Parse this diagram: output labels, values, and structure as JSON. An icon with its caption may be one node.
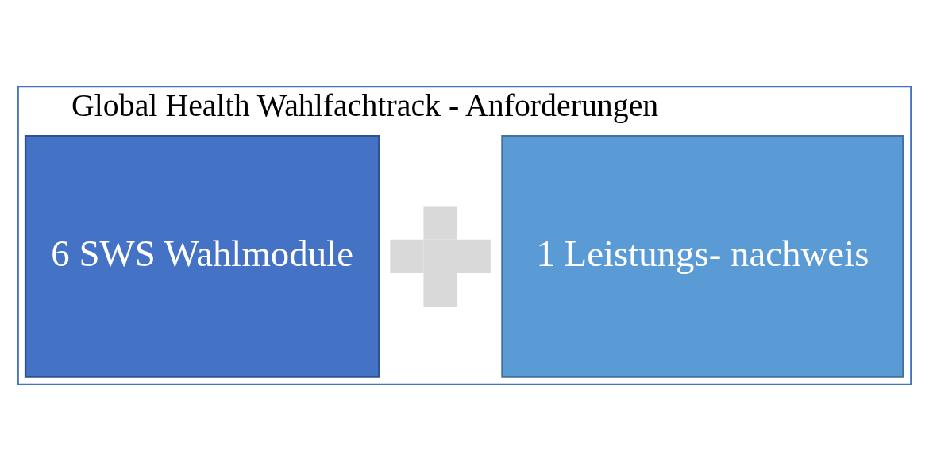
{
  "diagram": {
    "nodes": [
      {
        "text": [
          "Global Health Wahlfachtrack - Anforderungen"
        ]
      },
      {
        "text": [
          "6 SWS Wahlmodule"
        ],
        "in": 0
      },
      {
        "text": [],
        "shape": "cross",
        "in": 0
      },
      {
        "text": [
          "1 Leistungs- nachweis"
        ],
        "in": 0
      }
    ],
    "edges": []
  }
}
